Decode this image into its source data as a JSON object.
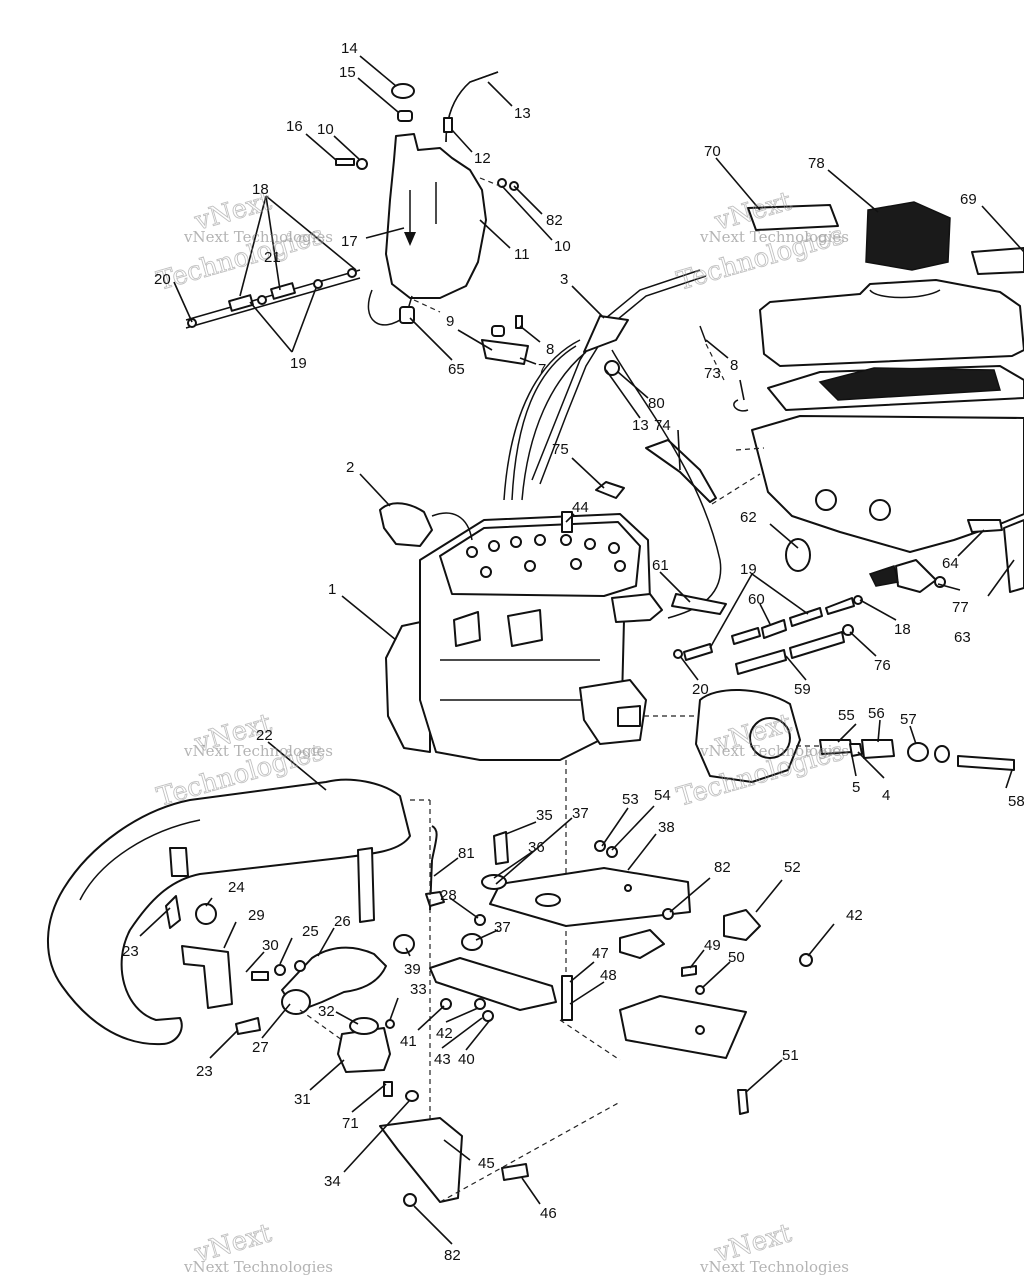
{
  "watermark": {
    "line1": "vNext",
    "line2": "vNext Technologies",
    "line3": "Technologies"
  },
  "callouts": [
    {
      "id": "c14a",
      "text": "14"
    },
    {
      "id": "c15a",
      "text": "15"
    },
    {
      "id": "c13a",
      "text": "13"
    },
    {
      "id": "c16a",
      "text": "16"
    },
    {
      "id": "c10a",
      "text": "10"
    },
    {
      "id": "c12a",
      "text": "12"
    },
    {
      "id": "c18a",
      "text": "18"
    },
    {
      "id": "c17a",
      "text": "17"
    },
    {
      "id": "c82a",
      "text": "82"
    },
    {
      "id": "c10b",
      "text": "10"
    },
    {
      "id": "c11a",
      "text": "11"
    },
    {
      "id": "c20a",
      "text": "20"
    },
    {
      "id": "c21a",
      "text": "21"
    },
    {
      "id": "c19a",
      "text": "19"
    },
    {
      "id": "c9a",
      "text": "9"
    },
    {
      "id": "c8a",
      "text": "8"
    },
    {
      "id": "c65a",
      "text": "65"
    },
    {
      "id": "c7a",
      "text": "7"
    },
    {
      "id": "c3a",
      "text": "3"
    },
    {
      "id": "c70a",
      "text": "70"
    },
    {
      "id": "c78a",
      "text": "78"
    },
    {
      "id": "c69a",
      "text": "69"
    },
    {
      "id": "c8b",
      "text": "8"
    },
    {
      "id": "c73a",
      "text": "73"
    },
    {
      "id": "c80a",
      "text": "80"
    },
    {
      "id": "c13b",
      "text": "13"
    },
    {
      "id": "c74a",
      "text": "74"
    },
    {
      "id": "c75a",
      "text": "75"
    },
    {
      "id": "c2a",
      "text": "2"
    },
    {
      "id": "c44a",
      "text": "44"
    },
    {
      "id": "c62a",
      "text": "62"
    },
    {
      "id": "c64a",
      "text": "64"
    },
    {
      "id": "c1a",
      "text": "1"
    },
    {
      "id": "c61a",
      "text": "61"
    },
    {
      "id": "c19b",
      "text": "19"
    },
    {
      "id": "c60a",
      "text": "60"
    },
    {
      "id": "c18b",
      "text": "18"
    },
    {
      "id": "c63a",
      "text": "63"
    },
    {
      "id": "c77a",
      "text": "77"
    },
    {
      "id": "c76a",
      "text": "76"
    },
    {
      "id": "c20b",
      "text": "20"
    },
    {
      "id": "c59a",
      "text": "59"
    },
    {
      "id": "c55a",
      "text": "55"
    },
    {
      "id": "c56a",
      "text": "56"
    },
    {
      "id": "c57a",
      "text": "57"
    },
    {
      "id": "c5a",
      "text": "5"
    },
    {
      "id": "c4a",
      "text": "4"
    },
    {
      "id": "c58a",
      "text": "58"
    },
    {
      "id": "c22a",
      "text": "22"
    },
    {
      "id": "c35a",
      "text": "35"
    },
    {
      "id": "c37a",
      "text": "37"
    },
    {
      "id": "c53a",
      "text": "53"
    },
    {
      "id": "c54a",
      "text": "54"
    },
    {
      "id": "c81a",
      "text": "81"
    },
    {
      "id": "c36a",
      "text": "36"
    },
    {
      "id": "c38a",
      "text": "38"
    },
    {
      "id": "c24a",
      "text": "24"
    },
    {
      "id": "c82b",
      "text": "82"
    },
    {
      "id": "c52a",
      "text": "52"
    },
    {
      "id": "c29a",
      "text": "29"
    },
    {
      "id": "c23a",
      "text": "23"
    },
    {
      "id": "c28a",
      "text": "28"
    },
    {
      "id": "c42a",
      "text": "42"
    },
    {
      "id": "c37b",
      "text": "37"
    },
    {
      "id": "c30a",
      "text": "30"
    },
    {
      "id": "c25a",
      "text": "25"
    },
    {
      "id": "c26a",
      "text": "26"
    },
    {
      "id": "c39a",
      "text": "39"
    },
    {
      "id": "c49a",
      "text": "49"
    },
    {
      "id": "c47a",
      "text": "47"
    },
    {
      "id": "c50a",
      "text": "50"
    },
    {
      "id": "c48a",
      "text": "48"
    },
    {
      "id": "c33a",
      "text": "33"
    },
    {
      "id": "c32a",
      "text": "32"
    },
    {
      "id": "c41a",
      "text": "41"
    },
    {
      "id": "c42b",
      "text": "42"
    },
    {
      "id": "c27a",
      "text": "27"
    },
    {
      "id": "c23b",
      "text": "23"
    },
    {
      "id": "c43a",
      "text": "43"
    },
    {
      "id": "c40a",
      "text": "40"
    },
    {
      "id": "c51a",
      "text": "51"
    },
    {
      "id": "c31a",
      "text": "31"
    },
    {
      "id": "c71a",
      "text": "71"
    },
    {
      "id": "c45a",
      "text": "45"
    },
    {
      "id": "c34a",
      "text": "34"
    },
    {
      "id": "c46a",
      "text": "46"
    },
    {
      "id": "c82c",
      "text": "82"
    }
  ]
}
